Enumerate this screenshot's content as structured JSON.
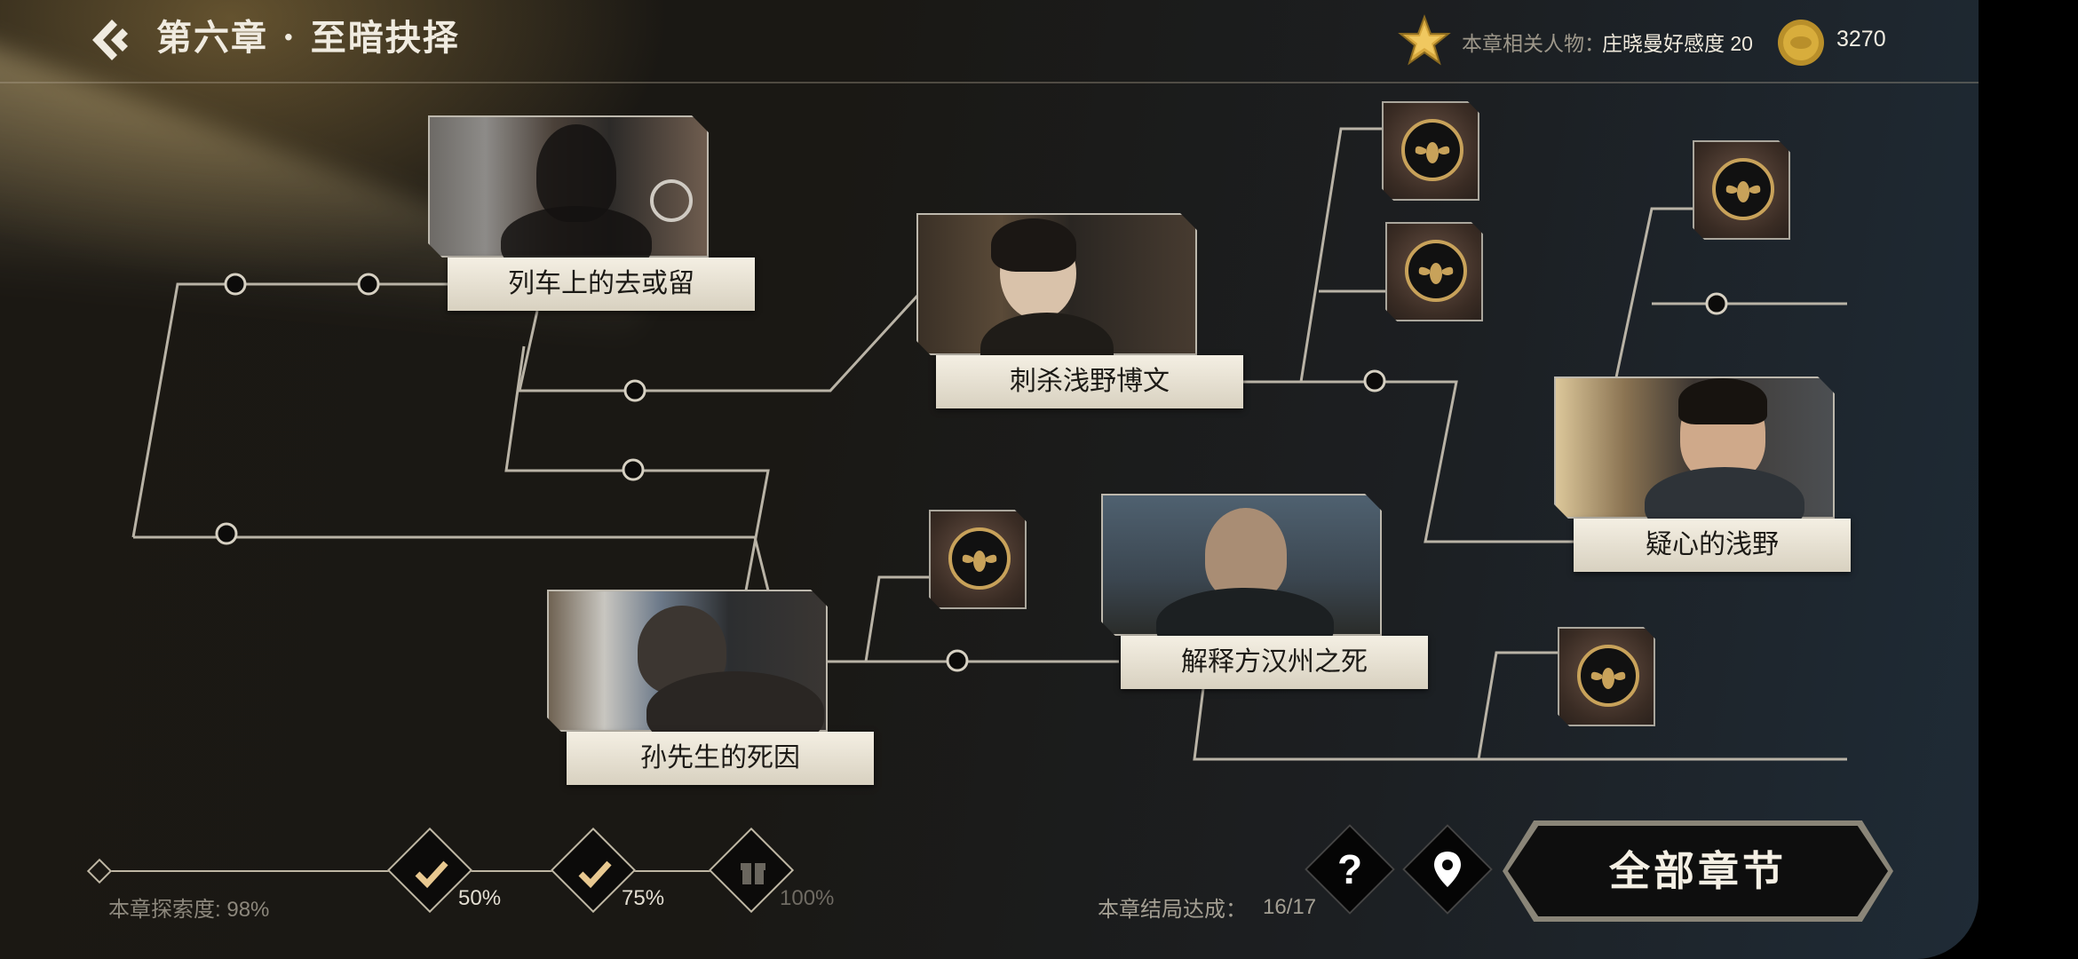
{
  "header": {
    "chapter_title": "第六章 · 至暗抉择",
    "related_label": "本章相关人物：",
    "related_value": "庄晓曼好感度 20",
    "coins": "3270"
  },
  "nodes": [
    {
      "id": "train",
      "label": "列车上的去或留"
    },
    {
      "id": "assassinate",
      "label": "刺杀浅野博文"
    },
    {
      "id": "suspicious",
      "label": "疑心的浅野"
    },
    {
      "id": "explain",
      "label": "解释方汉州之死"
    },
    {
      "id": "death",
      "label": "孙先生的死因"
    }
  ],
  "footer": {
    "explore_label": "本章探索度:",
    "explore_value": "98%",
    "milestones": [
      {
        "label": "50%",
        "state": "claimed"
      },
      {
        "label": "75%",
        "state": "claimed"
      },
      {
        "label": "100%",
        "state": "locked"
      }
    ],
    "ending_label": "本章结局达成：",
    "ending_value": "16/17",
    "all_chapters": "全部章节"
  },
  "colors": {
    "accent_gold": "#c8a25a",
    "label_bg": "#ede7d8",
    "line": "#b9b3a6"
  },
  "icons": {
    "back": "double-chevron-left-icon",
    "star": "star-icon",
    "coin": "coin-icon",
    "help": "question-mark-icon",
    "map": "location-pin-icon",
    "gift": "gift-icon",
    "check": "checkmark-icon",
    "locked": "bee-emblem-icon"
  }
}
